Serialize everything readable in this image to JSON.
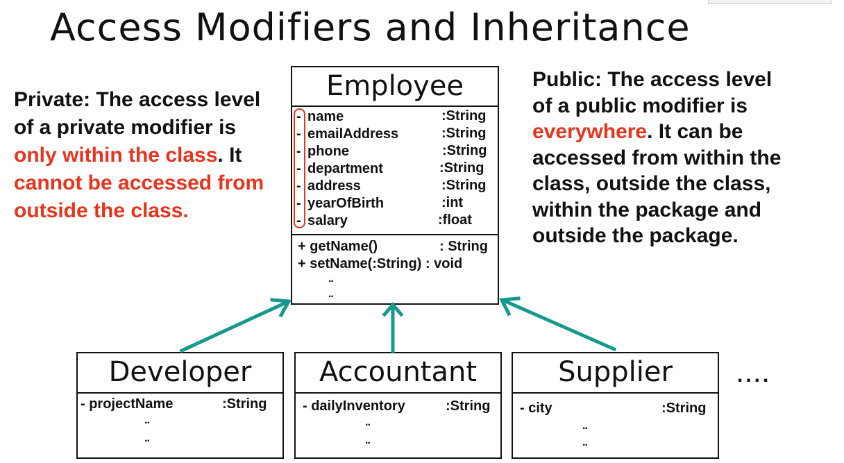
{
  "title": "Access Modifiers and Inheritance",
  "left_note": {
    "before": "Private: The access level of a private modifier is ",
    "highlight": "only within the class",
    "after": ". It ",
    "highlight2": "cannot be accessed from outside the class."
  },
  "right_note": {
    "before": "Public: The access level of a public modifier is ",
    "highlight": "everywhere",
    "after": ". It can be accessed from within the class, outside the class, within the package and outside the package."
  },
  "employee": {
    "name": "Employee",
    "attributes": [
      {
        "access": "-",
        "name": "name",
        "type": ":String"
      },
      {
        "access": "-",
        "name": "emailAddress",
        "type": ":String"
      },
      {
        "access": "-",
        "name": "phone",
        "type": ":String"
      },
      {
        "access": "-",
        "name": "department",
        "type": ":String"
      },
      {
        "access": "-",
        "name": "address",
        "type": ":String"
      },
      {
        "access": "-",
        "name": "yearOfBirth",
        "type": ":int"
      },
      {
        "access": "-",
        "name": "salary",
        "type": ":float"
      }
    ],
    "methods": [
      {
        "text": "+ getName()",
        "type": ": String"
      },
      {
        "text": "+ setName(:String) : void",
        "type": ""
      }
    ],
    "ellipsis": ".."
  },
  "subclasses": [
    {
      "name": "Developer",
      "attribute": "- projectName",
      "type": ":String",
      "ellipsis": ".."
    },
    {
      "name": "Accountant",
      "attribute": "- dailyInventory",
      "type": ":String",
      "ellipsis": ".."
    },
    {
      "name": "Supplier",
      "attribute": "- city",
      "type": ":String",
      "ellipsis": ".."
    }
  ],
  "more": "....",
  "colors": {
    "highlight": "#e8341c",
    "arrow": "#14998f"
  }
}
